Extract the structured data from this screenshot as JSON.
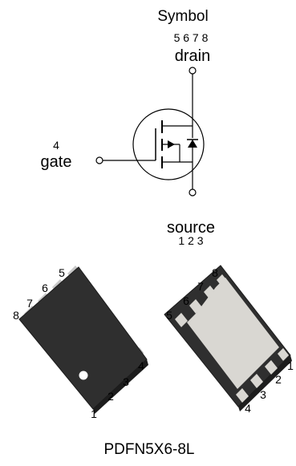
{
  "symbol": {
    "title": "Symbol",
    "drain": {
      "pins": "5 6 7 8",
      "label": "drain"
    },
    "gate": {
      "pins": "4",
      "label": "gate"
    },
    "source": {
      "label": "source",
      "pins": "1 2 3"
    }
  },
  "packages": {
    "top_view": {
      "pins": [
        "1",
        "2",
        "3",
        "4",
        "5",
        "6",
        "7",
        "8"
      ]
    },
    "bottom_view": {
      "pins": [
        "1",
        "2",
        "3",
        "4",
        "5",
        "6",
        "7",
        "8"
      ]
    },
    "name": "PDFN5X6-8L"
  },
  "colors": {
    "body": "#2f2f2f",
    "pad": "#d9d7d2",
    "pin": "#c8c8c8"
  }
}
